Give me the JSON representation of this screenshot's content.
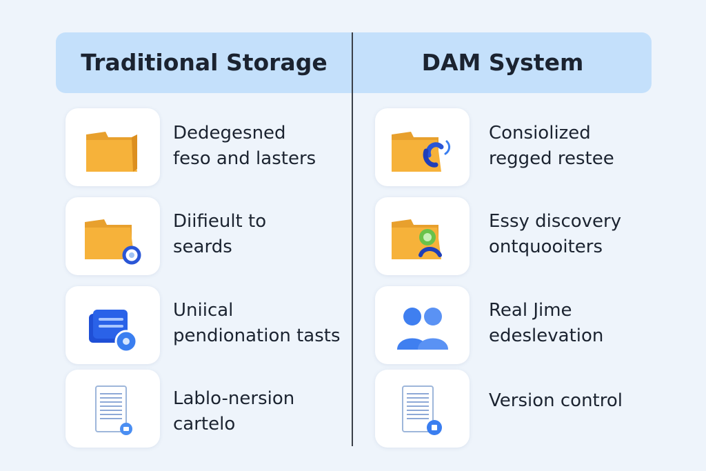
{
  "columns": {
    "left_title": "Traditional Storage",
    "right_title": "DAM System"
  },
  "rows": [
    {
      "left": {
        "icon": "folder-icon",
        "lines": [
          "Dedegesned",
          "feso and lasters"
        ]
      },
      "right": {
        "icon": "folder-link-icon",
        "lines": [
          "Consiolized",
          "regged restee"
        ]
      }
    },
    {
      "left": {
        "icon": "folder-search-icon",
        "lines": [
          "Diifieult to",
          "seards"
        ]
      },
      "right": {
        "icon": "folder-discovery-icon",
        "lines": [
          "Essy discovery",
          "ontquooiters"
        ]
      }
    },
    {
      "left": {
        "icon": "stacked-folders-icon",
        "lines": [
          "Uniical",
          "pendionation tasts"
        ]
      },
      "right": {
        "icon": "users-icon",
        "lines": [
          "Real Jime",
          "edeslevation"
        ]
      }
    },
    {
      "left": {
        "icon": "document-icon",
        "lines": [
          "Lablo-nersion",
          "cartelo"
        ]
      },
      "right": {
        "icon": "document-version-icon",
        "lines": [
          "Version control"
        ]
      }
    }
  ],
  "colors": {
    "header_bg": "#c4e0fb",
    "folder": "#f6b23a",
    "accent_blue": "#2a6fe6",
    "accent_green": "#6ac24a"
  }
}
